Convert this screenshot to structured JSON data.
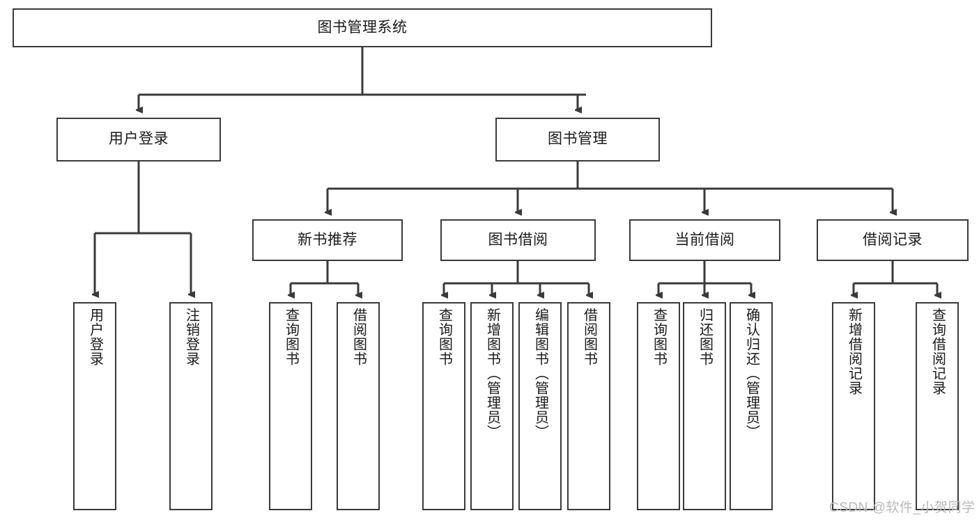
{
  "diagram": {
    "type": "tree-hierarchy",
    "title": "图书管理系统",
    "root": {
      "label": "图书管理系统"
    },
    "level2": [
      {
        "label": "用户登录"
      },
      {
        "label": "图书管理"
      }
    ],
    "level3": [
      {
        "label": "新书推荐"
      },
      {
        "label": "图书借阅"
      },
      {
        "label": "当前借阅"
      },
      {
        "label": "借阅记录"
      }
    ],
    "leaves": {
      "user_login": [
        {
          "label": "用户登录"
        },
        {
          "label": "注销登录"
        }
      ],
      "new_book_recommend": [
        {
          "label": "查询图书"
        },
        {
          "label": "借阅图书"
        }
      ],
      "book_borrow": [
        {
          "label": "查询图书"
        },
        {
          "label": "新增图书（管理员）"
        },
        {
          "label": "编辑图书（管理员）"
        },
        {
          "label": "借阅图书"
        }
      ],
      "current_borrow": [
        {
          "label": "查询图书"
        },
        {
          "label": "归还图书"
        },
        {
          "label": "确认归还（管理员）"
        }
      ],
      "borrow_record": [
        {
          "label": "新增借阅记录"
        },
        {
          "label": "查询借阅记录"
        }
      ]
    },
    "watermark": "CSDN @软件_小贺同学",
    "colors": {
      "stroke": "#3a3a3a",
      "fill": "#ffffff",
      "text": "#1a1a1a",
      "watermark": "#b9b9b9"
    }
  }
}
